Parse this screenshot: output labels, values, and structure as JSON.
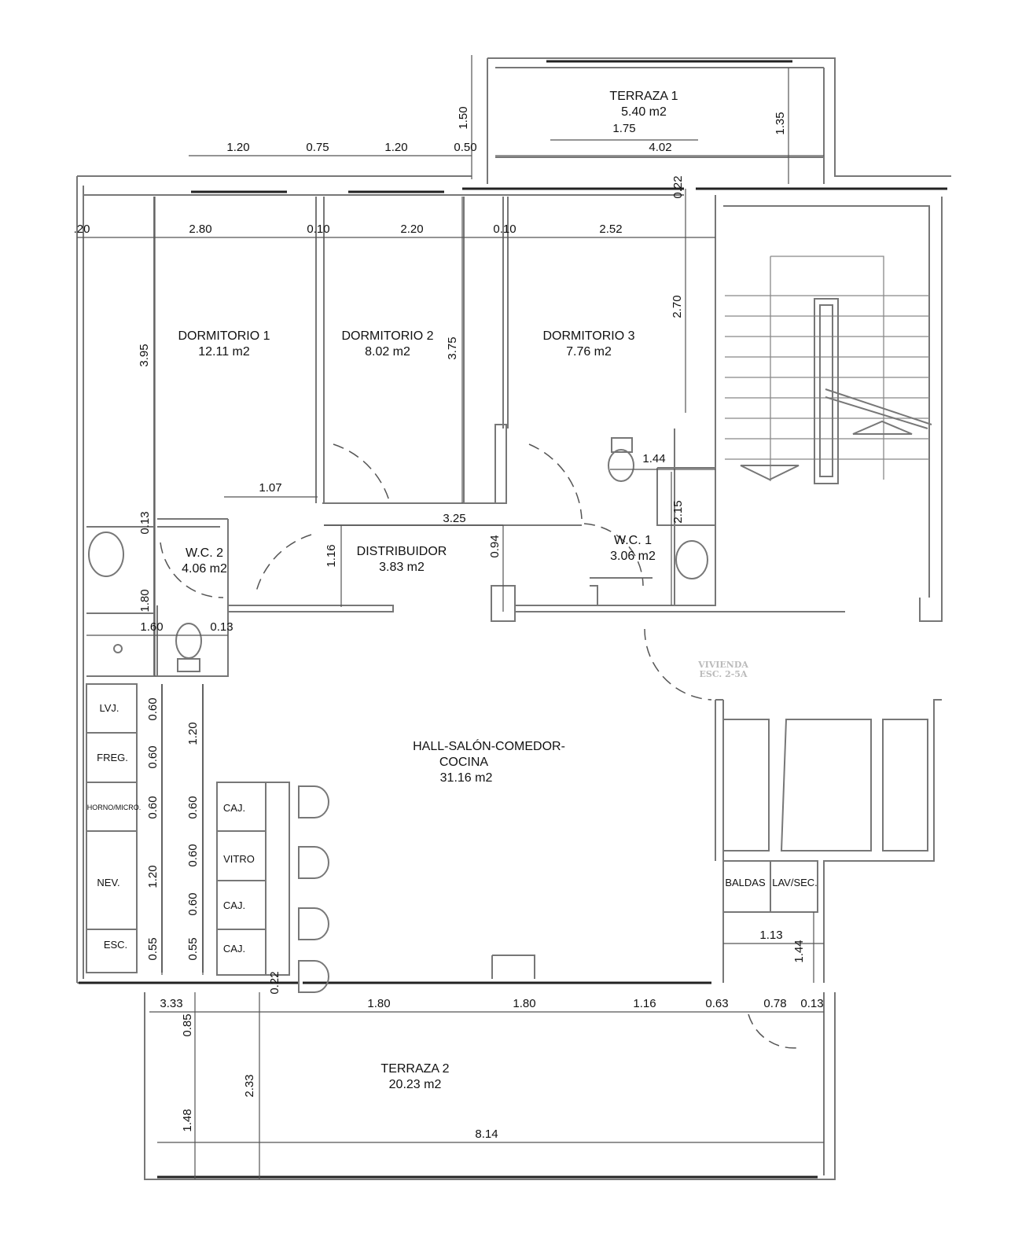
{
  "rooms": [
    {
      "name": "TERRAZA 1",
      "area": "5.40 m2"
    },
    {
      "name": "DORMITORIO 1",
      "area": "12.11 m2"
    },
    {
      "name": "DORMITORIO 2",
      "area": "8.02 m2"
    },
    {
      "name": "DORMITORIO 3",
      "area": "7.76 m2"
    },
    {
      "name": "W.C. 2",
      "area": "4.06 m2"
    },
    {
      "name": "DISTRIBUIDOR",
      "area": "3.83 m2"
    },
    {
      "name": "W.C. 1",
      "area": "3.06 m2"
    },
    {
      "name": "HALL-SALÓN-COMEDOR-",
      "name2": "COCINA",
      "area": "31.16 m2"
    },
    {
      "name": "TERRAZA 2",
      "area": "20.23 m2"
    }
  ],
  "stamp": {
    "line1": "VIVIENDA",
    "line2": "ESC. 2-5A"
  },
  "fixtures": [
    "LVJ.",
    "FREG.",
    "HORNO/MICRO.",
    "NEV.",
    "ESC.",
    "CAJ.",
    "VITRO",
    "CAJ.",
    "CAJ.",
    "BALDAS",
    "LAV/SEC."
  ],
  "dims_h": [
    "1.20",
    "0.75",
    "1.20",
    "0.50",
    "1.75",
    "4.02",
    ".20",
    "2.80",
    "0.10",
    "2.20",
    "0.10",
    "2.52",
    "1.07",
    "3.25",
    "1.44",
    "1.60",
    "0.13",
    "1.13",
    "3.33",
    "1.80",
    "1.80",
    "1.16",
    "0.63",
    "0.78",
    "0.13",
    "8.14"
  ],
  "dims_v": [
    "1.50",
    "1.35",
    "0.22",
    "2.70",
    "3.95",
    "3.75",
    "0.13",
    "1.16",
    "0.94",
    "2.15",
    "1.80",
    "0.60",
    "0.60",
    "0.60",
    "1.20",
    "0.55",
    "1.20",
    "0.60",
    "0.60",
    "0.60",
    "0.55",
    "0.22",
    "1.44",
    "0.85",
    "2.33",
    "1.48"
  ]
}
